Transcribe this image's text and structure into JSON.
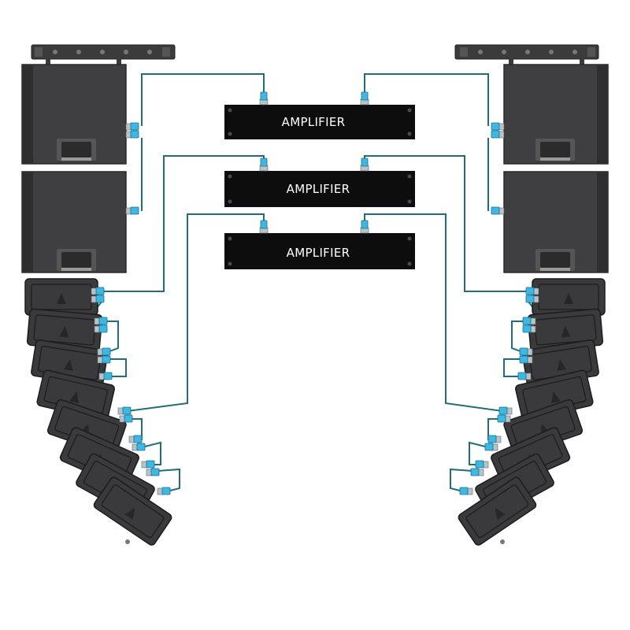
{
  "amplifiers": [
    {
      "label": "AMPLIFIER"
    },
    {
      "label": "AMPLIFIER"
    },
    {
      "label": "AMPLIFIER"
    }
  ],
  "colors": {
    "cable": "#1e6f78",
    "connector": "#3fb7e3",
    "speaker": "#3f3f41",
    "amplifier": "#0d0d0d",
    "background": "#ffffff"
  },
  "icons": {
    "speaker_logo": "triangle-logo-icon",
    "connector": "speakon-connector-icon"
  }
}
